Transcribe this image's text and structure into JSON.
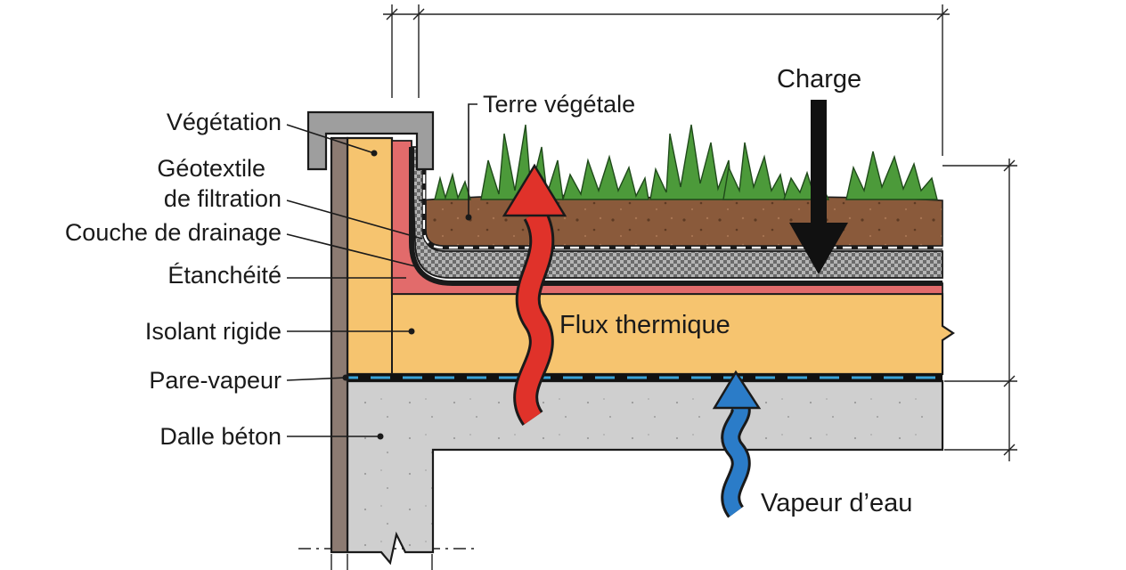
{
  "labels": {
    "vegetation": "Végétation",
    "geotextile_line1": "Géotextile",
    "geotextile_line2": "de filtration",
    "drainage": "Couche de drainage",
    "etancheite": "Étanchéité",
    "isolant": "Isolant rigide",
    "pare_vapeur": "Pare-vapeur",
    "dalle": "Dalle béton",
    "terre": "Terre végétale",
    "charge": "Charge",
    "flux": "Flux thermique",
    "vapeur": "Vapeur d’eau"
  },
  "colors": {
    "insulation": "#f6c46f",
    "soil": "#8a5a3b",
    "concrete": "#cfcfcf",
    "membrane": "#e26b6b",
    "drainage": "#9a9a9a",
    "plants": "#4c9a3a",
    "wall": "#8c7b72",
    "cap": "#9e9e9e",
    "heat_arrow": "#e0322a",
    "vapor_arrow": "#2b7cc8",
    "vapor_barrier": "#3aa3d8"
  }
}
